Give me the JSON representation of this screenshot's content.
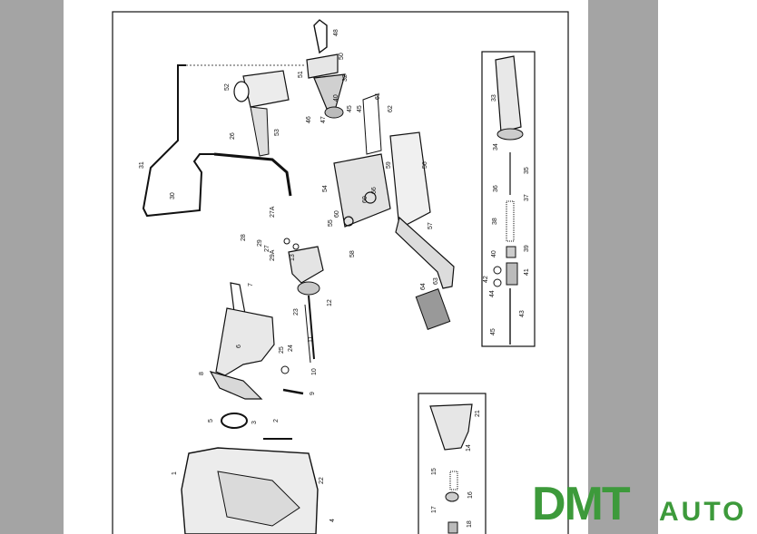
{
  "labels": {
    "main": [
      "48",
      "50",
      "52",
      "51",
      "32",
      "40",
      "45",
      "46",
      "47",
      "45",
      "61",
      "62",
      "26",
      "53",
      "31",
      "30",
      "59",
      "56",
      "54",
      "66",
      "60",
      "55",
      "60",
      "27A",
      "57",
      "28",
      "29",
      "27",
      "29A",
      "13",
      "58",
      "7",
      "64",
      "63",
      "23",
      "12",
      "11",
      "6",
      "25",
      "24",
      "10",
      "8",
      "9",
      "5",
      "3",
      "2",
      "1",
      "22",
      "4"
    ],
    "inset_top": [
      "33",
      "34",
      "35",
      "36",
      "37",
      "38",
      "39",
      "40",
      "41",
      "42",
      "44",
      "43",
      "45"
    ],
    "inset_bottom": [
      "21",
      "14",
      "15",
      "16",
      "17",
      "18"
    ]
  },
  "watermark": {
    "brand": "DMT",
    "suffix": "AUTO"
  },
  "colors": {
    "band": "#a4a4a4",
    "ink": "#111111",
    "brand": "#3d9a3b"
  }
}
